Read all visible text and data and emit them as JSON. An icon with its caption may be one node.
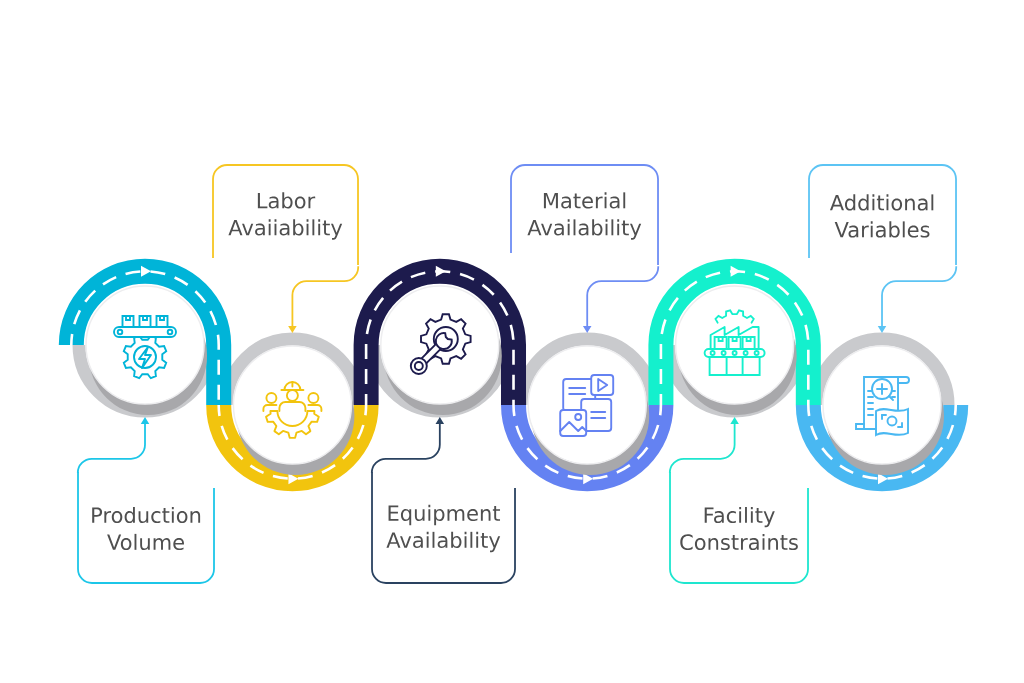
{
  "diagram": {
    "nodes": [
      {
        "text": [
          "Production Volume"
        ]
      },
      {
        "text": [
          "Labor Avaiiability"
        ]
      },
      {
        "text": [
          "Equipment Availability"
        ]
      },
      {
        "text": [
          "Material Availability"
        ]
      },
      {
        "text": [
          "Facility Constraints"
        ]
      },
      {
        "text": [
          "Additional Variables"
        ]
      },
      {
        "text": [],
        "shape": "circle"
      },
      {
        "text": [],
        "shape": "circle"
      },
      {
        "text": [],
        "shape": "circle"
      },
      {
        "text": [],
        "shape": "circle"
      },
      {
        "text": [],
        "shape": "circle"
      },
      {
        "text": [],
        "shape": "circle"
      }
    ],
    "edges": [
      {
        "from": 0,
        "to": 6,
        "arrow": "to",
        "color": "#1cc6e8"
      },
      {
        "from": 1,
        "to": 7,
        "arrow": "to",
        "color": "#f6c623"
      },
      {
        "from": 2,
        "to": 8,
        "arrow": "to",
        "color": "#2a4260"
      },
      {
        "from": 3,
        "to": 9,
        "arrow": "to",
        "color": "#6e8df4"
      },
      {
        "from": 4,
        "to": 10,
        "arrow": "to",
        "color": "#1ee6cf"
      },
      {
        "from": 5,
        "to": 11,
        "arrow": "to",
        "color": "#5cc4f4"
      }
    ]
  }
}
